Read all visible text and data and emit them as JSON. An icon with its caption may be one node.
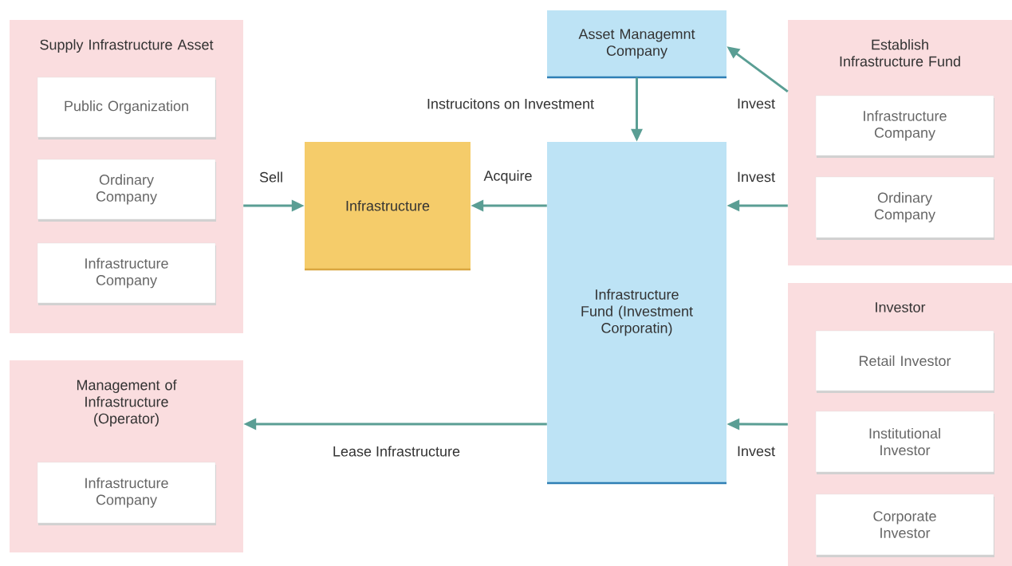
{
  "diagram": {
    "nodes": [
      {
        "text": [
          "Supply Infrastructure Asset"
        ]
      },
      {
        "text": [
          "Public Organization"
        ],
        "in": 0
      },
      {
        "text": [
          "Ordinary Company"
        ],
        "in": 0
      },
      {
        "text": [
          "Infrastructure Company"
        ],
        "in": 0
      },
      {
        "text": [
          "Management of Infrastructure (Operator)"
        ]
      },
      {
        "text": [
          "Infrastructure Company"
        ],
        "in": 4
      },
      {
        "text": [
          "Infrastructure"
        ]
      },
      {
        "text": [
          "Asset Managemnt Company"
        ]
      },
      {
        "text": [
          "Infrastructure Fund (Investment Corporatin)"
        ]
      },
      {
        "text": [
          "Establish Infrastructure Fund"
        ]
      },
      {
        "text": [
          "Infrastructure Company"
        ],
        "in": 9
      },
      {
        "text": [
          "Ordinary Company"
        ],
        "in": 9
      },
      {
        "text": [
          "Investor"
        ]
      },
      {
        "text": [
          "Retail Investor"
        ],
        "in": 12
      },
      {
        "text": [
          "Institutional Investor"
        ],
        "in": 12
      },
      {
        "text": [
          "Corporate Investor"
        ],
        "in": 12
      }
    ],
    "edges": [
      {
        "from": 0,
        "to": 6,
        "arrow": "to",
        "label": "Sell"
      },
      {
        "from": 8,
        "to": 6,
        "arrow": "to",
        "label": "Acquire"
      },
      {
        "from": 7,
        "to": 8,
        "arrow": "to",
        "label": "Instrucitons on Investment"
      },
      {
        "from": 9,
        "to": 7,
        "arrow": "to",
        "label": "Invest"
      },
      {
        "from": 9,
        "to": 8,
        "arrow": "to",
        "label": "Invest"
      },
      {
        "from": 12,
        "to": 8,
        "arrow": "to",
        "label": "Invest"
      },
      {
        "from": 8,
        "to": 4,
        "arrow": "to",
        "label": "Lease Infrastructure"
      }
    ]
  }
}
